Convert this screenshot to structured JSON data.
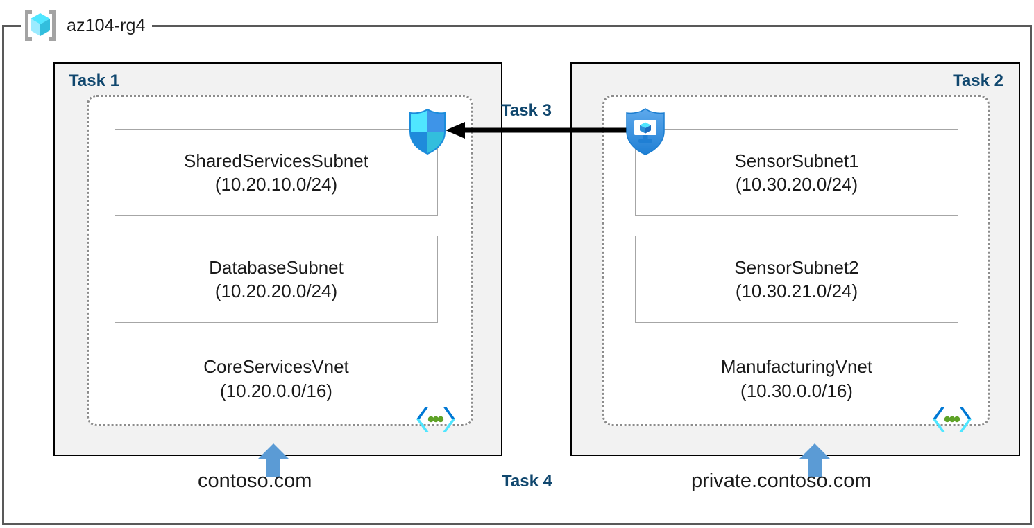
{
  "resource_group": {
    "name": "az104-rg4",
    "icon": "resource-group-cube-icon"
  },
  "tasks": {
    "task1_label": "Task 1",
    "task2_label": "Task 2",
    "task3_label": "Task 3",
    "task4_label": "Task 4"
  },
  "vnets": [
    {
      "task": "Task 1",
      "name": "CoreServicesVnet",
      "cidr": "(10.20.0.0/16)",
      "icon": "virtual-network-icon",
      "dns_zone": "contoso.com",
      "subnets": [
        {
          "name": "SharedServicesSubnet",
          "cidr": "(10.20.10.0/24)"
        },
        {
          "name": "DatabaseSubnet",
          "cidr": "(10.20.20.0/24)"
        }
      ]
    },
    {
      "task": "Task 2",
      "name": "ManufacturingVnet",
      "cidr": "(10.30.0.0/16)",
      "icon": "virtual-network-icon",
      "dns_zone": "private.contoso.com",
      "subnets": [
        {
          "name": "SensorSubnet1",
          "cidr": "(10.30.20.0/24)"
        },
        {
          "name": "SensorSubnet2",
          "cidr": "(10.30.21.0/24)"
        }
      ]
    }
  ],
  "icons": {
    "nsg_shield": "network-security-group-shield-icon",
    "bastion_shield": "bastion-shield-vm-icon",
    "peering_arrow": "peering-arrow-icon",
    "dns_arrow": "dns-up-arrow-icon"
  },
  "colors": {
    "task_label": "#10476e",
    "task_box_fill": "#f2f2f2",
    "task_box_border": "#000000",
    "vnet_dotted_border": "#8c8c8c",
    "subnet_border": "#a6a6a6",
    "rg_border": "#595959",
    "cube_cyan": "#50e6ff",
    "shield_blue": "#0078d4",
    "arrow_blue": "#5b9bd5",
    "dot_green": "#5ea226",
    "text": "#1a1a1a"
  }
}
